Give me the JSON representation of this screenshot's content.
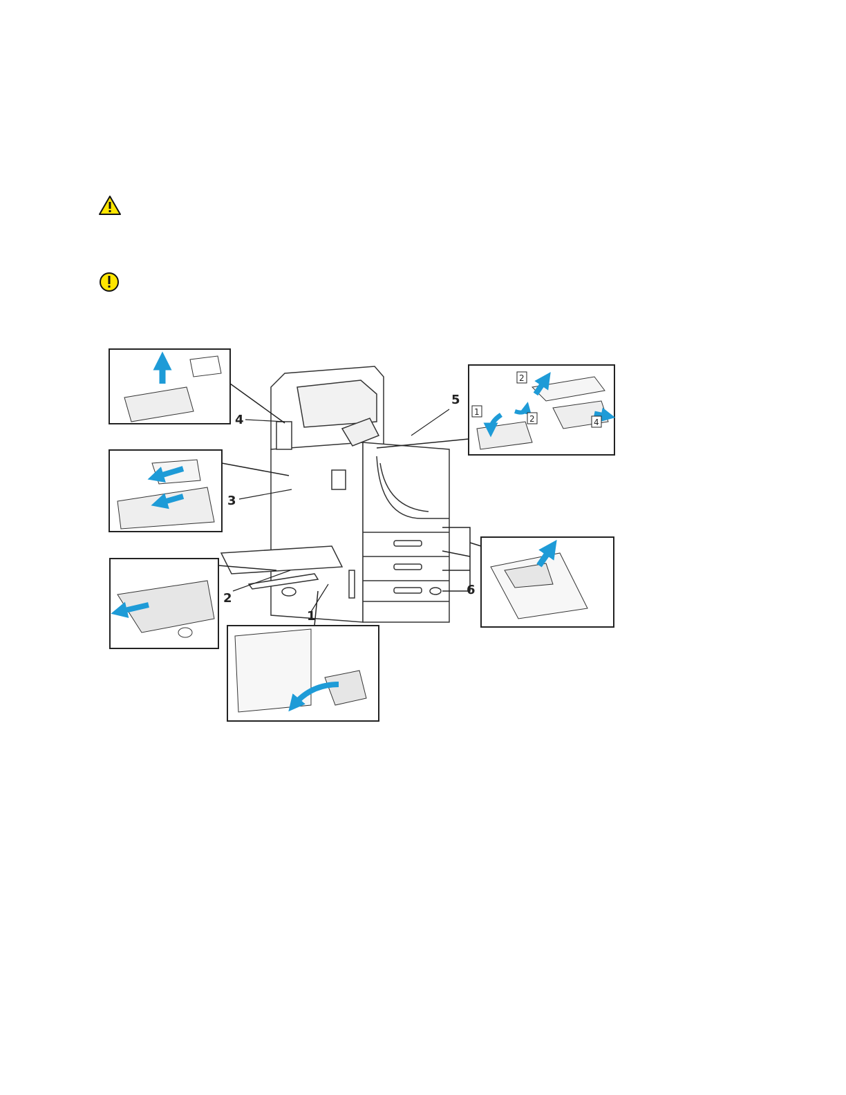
{
  "icons": {
    "warning": {
      "name": "warning-triangle-icon",
      "color": "#FFE600"
    },
    "caution": {
      "name": "caution-circle-icon",
      "color": "#FFE600"
    }
  },
  "figure": {
    "accent_color": "#1E9BD7",
    "callouts": [
      "1",
      "2",
      "3",
      "4",
      "5",
      "6"
    ],
    "inset_steps": [
      "1",
      "2",
      "2",
      "4"
    ]
  }
}
